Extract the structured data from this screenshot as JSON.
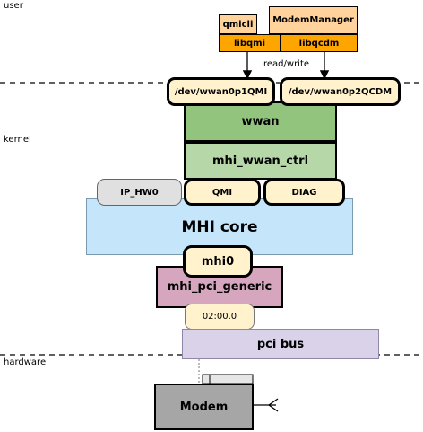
{
  "regions": {
    "user": "user",
    "kernel": "kernel",
    "hardware": "hardware"
  },
  "userspace": {
    "qmicli": "qmicli",
    "modem_manager": "ModemManager",
    "libqmi": "libqmi",
    "libqcdm": "libqcdm",
    "read_write": "read/write"
  },
  "devices": {
    "qmi_node": "/dev/wwan0p1QMI",
    "qcdm_node": "/dev/wwan0p2QCDM"
  },
  "kernel_stack": {
    "wwan": "wwan",
    "mhi_wwan_ctrl": "mhi_wwan_ctrl",
    "ip_hw0": "IP_HW0",
    "qmi": "QMI",
    "diag": "DIAG",
    "mhi_core": "MHI core",
    "mhi0": "mhi0",
    "mhi_pci_generic": "mhi_pci_generic",
    "pci_address": "02:00.0",
    "pci_bus": "pci bus"
  },
  "hardware": {
    "modem": "Modem"
  },
  "colors": {
    "user_orange": "#ffd39b",
    "lib_orange": "#ffa500",
    "device_node": "#fff2cc",
    "wwan_green": "#92c47d",
    "ctrl_green": "#b6d7a8",
    "channel_grey": "#e0e0e0",
    "mhi_core_blue": "#c5e5fb",
    "pci_generic_pink": "#d5a6bd",
    "pci_bus_lavender": "#d9d2e9",
    "modem_grey": "#a6a6a6"
  }
}
